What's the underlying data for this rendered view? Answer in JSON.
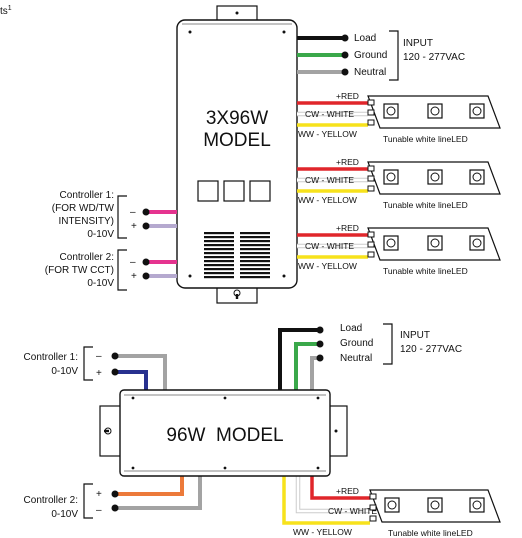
{
  "corner_text": "ts",
  "corner_sup": "1",
  "top_model": {
    "title_line1": "3X96W",
    "title_line2": "MODEL",
    "input_labels": [
      "Load",
      "Ground",
      "Neutral"
    ],
    "input_title": "INPUT",
    "input_voltage": "120 - 277VAC",
    "channels": [
      {
        "red": "+RED",
        "cw": "CW - WHITE",
        "ww": "WW - YELLOW",
        "led": "Tunable white lineLED"
      },
      {
        "red": "+RED",
        "cw": "CW - WHITE",
        "ww": "WW - YELLOW",
        "led": "Tunable white lineLED"
      },
      {
        "red": "+RED",
        "cw": "CW - WHITE",
        "ww": "WW - YELLOW",
        "led": "Tunable white lineLED"
      }
    ],
    "controller1": [
      "Controller 1:",
      "(FOR WD/TW",
      "INTENSITY)",
      "0-10V"
    ],
    "controller2": [
      "Controller 2:",
      "(FOR TW CCT)",
      "0-10V"
    ],
    "minus": "–",
    "plus": "+"
  },
  "bottom_model": {
    "title": "96W  MODEL",
    "input_labels": [
      "Load",
      "Ground",
      "Neutral"
    ],
    "input_title": "INPUT",
    "input_voltage": "120 - 277VAC",
    "controller1": [
      "Controller 1:",
      "0-10V"
    ],
    "controller2": [
      "Controller 2:",
      "0-10V"
    ],
    "minus": "–",
    "plus": "+",
    "channel": {
      "red": "+RED",
      "cw": "CW - WHITE",
      "ww": "WW - YELLOW",
      "led": "Tunable white lineLED"
    }
  },
  "wire_colors": {
    "black": "#111111",
    "green": "#3aa84a",
    "gray": "#a3a3a3",
    "red": "#e0262b",
    "white": "#ffffff",
    "yellow": "#f7e21c",
    "magenta": "#e5338f",
    "lavender": "#b5a9cf",
    "navy": "#28318f",
    "orange": "#ec7a3a"
  }
}
